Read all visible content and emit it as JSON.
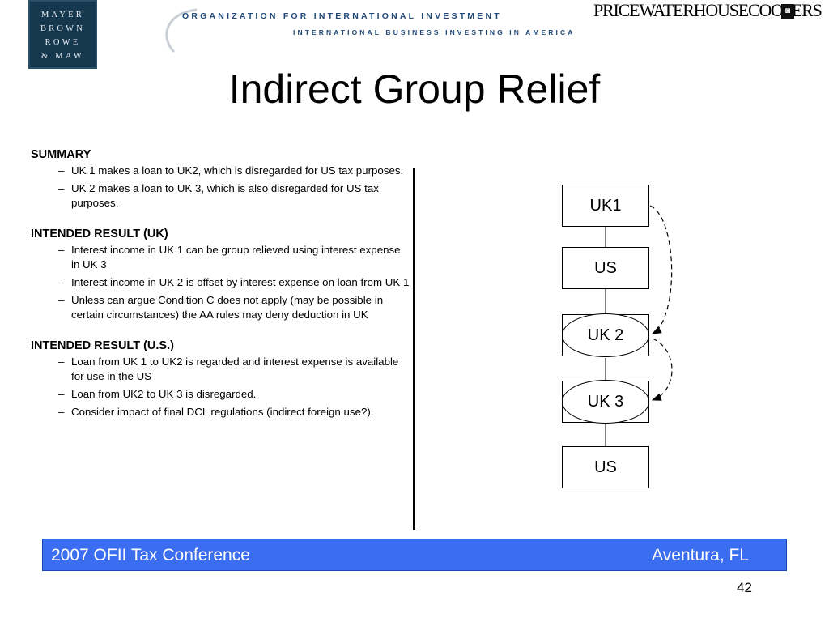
{
  "header": {
    "mb_logo_lines": [
      "MAYER",
      "BROWN",
      "ROWE",
      "& MAW"
    ],
    "ofii_line1": "ORGANIZATION FOR INTERNATIONAL INVESTMENT",
    "ofii_line2": "INTERNATIONAL BUSINESS INVESTING IN AMERICA",
    "pwc_text": "PRICEWATERHOUSECOOPERS"
  },
  "slide": {
    "title": "Indirect Group Relief"
  },
  "sections": [
    {
      "heading": "SUMMARY",
      "bullets": [
        "UK 1 makes a loan to UK2, which is disregarded for US tax purposes.",
        "UK 2 makes a loan to UK 3, which is also disregarded for US tax purposes."
      ]
    },
    {
      "heading": "INTENDED RESULT (UK)",
      "bullets": [
        "Interest income in UK 1 can be group relieved using interest expense in UK 3",
        "Interest income in UK 2 is offset by interest expense on loan from UK 1",
        "Unless can argue Condition C does not apply (may be possible in certain circumstances) the AA rules may deny deduction in UK"
      ]
    },
    {
      "heading": "INTENDED RESULT (U.S.)",
      "bullets": [
        "Loan from UK 1 to UK2 is regarded and interest expense is available for use in the US",
        "Loan from UK2 to UK 3 is disregarded.",
        "Consider impact of final DCL regulations (indirect foreign use?)."
      ]
    }
  ],
  "diagram": {
    "nodes": [
      "UK1",
      "US",
      "UK 2",
      "UK 3",
      "US"
    ]
  },
  "footer": {
    "left": "2007 OFII Tax Conference",
    "right": "Aventura, FL"
  },
  "page_number": "42"
}
